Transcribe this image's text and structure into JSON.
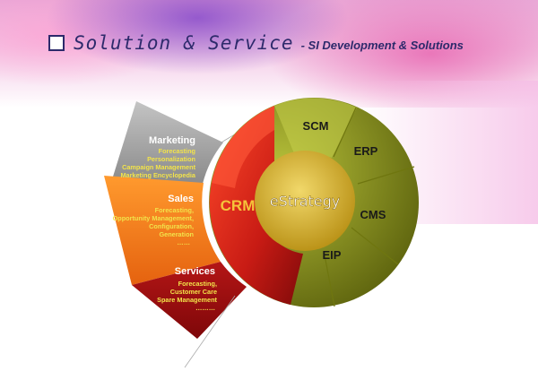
{
  "slide": {
    "title": "Solution & Service",
    "subtitle": "- SI Development & Solutions"
  },
  "diagram": {
    "center": "eStrategy",
    "crm_label": "CRM",
    "ring": [
      "SCM",
      "ERP",
      "CMS",
      "EIP"
    ],
    "segments": [
      {
        "title": "Marketing",
        "items": [
          "Forecasting",
          "Personalization",
          "Campaign Management",
          "Marketing Encyclopedia"
        ]
      },
      {
        "title": "Sales",
        "items": [
          "Forecasting,",
          "Opportunity Management,",
          "Configuration,",
          "Generation",
          "……"
        ]
      },
      {
        "title": "Services",
        "items": [
          "Forecasting,",
          "Customer Care",
          "Spare Management",
          "………"
        ]
      }
    ]
  },
  "colors": {
    "title": "#2d2a6b",
    "marketing": "#9d9d9d",
    "sales": "#f07a1c",
    "services": "#9b0f12",
    "crm": "#d8241c",
    "ring": "#8f9a1e",
    "center": "#d5b32a",
    "segment_text": "#f2e34a"
  }
}
